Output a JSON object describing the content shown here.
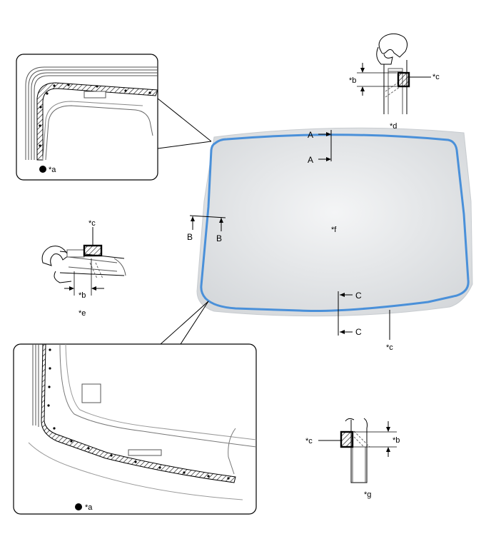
{
  "labels": {
    "a": "*a",
    "b": "*b",
    "c": "*c",
    "d": "*d",
    "e": "*e",
    "f": "*f",
    "g": "*g"
  },
  "sections": {
    "A": "A",
    "B": "B",
    "C": "C"
  },
  "colors": {
    "outline": "#000000",
    "glass_fill": "#e4e6e8",
    "sealant": "#4a90d9",
    "panel_border": "#000000"
  }
}
